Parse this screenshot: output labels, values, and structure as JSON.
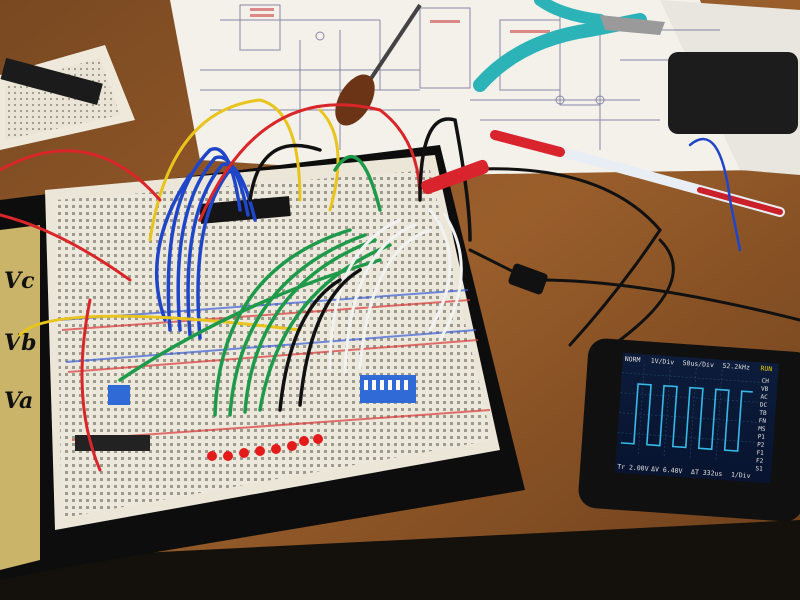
{
  "photo": {
    "mat_labels": [
      "Vc",
      "Vb",
      "Va"
    ],
    "scope": {
      "header_mode": "NORM",
      "header_volts": "1V/Div",
      "header_time": "50us/Div",
      "header_freq": "52.2kHz",
      "header_flag": "RUN",
      "footer_trigger": "Tr 2.00V",
      "footer_voltage": "ΔV 6.40V",
      "footer_time": "ΔT 332us",
      "footer_div": "1/Div",
      "menu": [
        "CH",
        "VB",
        "AC",
        "DC",
        "TB",
        "FN",
        "MS",
        "P1",
        "P2",
        "F1",
        "F2",
        "S1"
      ]
    }
  }
}
